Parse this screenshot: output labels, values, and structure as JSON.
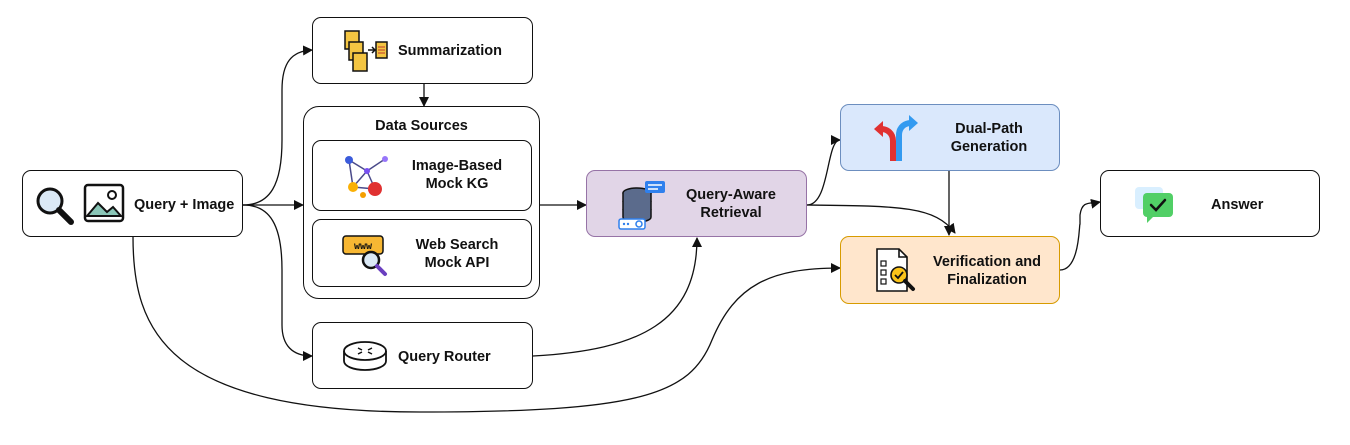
{
  "nodes": {
    "query_image": "Query + Image",
    "summarization": "Summarization",
    "data_sources": "Data Sources",
    "image_kg": "Image-Based\nMock KG",
    "web_search": "Web Search\nMock API",
    "query_router": "Query Router",
    "retrieval": "Query-Aware\nRetrieval",
    "dual_path": "Dual-Path\nGeneration",
    "verification": "Verification and\nFinalization",
    "answer": "Answer"
  },
  "icons": {
    "query_image": [
      "magnifier-icon",
      "image-icon"
    ],
    "summarization": "documents-icon",
    "image_kg": "knowledge-graph-icon",
    "web_search": "web-search-icon",
    "query_router": "router-icon",
    "retrieval": "database-icon",
    "dual_path": "split-arrows-icon",
    "verification": "checklist-icon",
    "answer": "chat-bubble-icon"
  },
  "colors": {
    "retrieval": "#e1d5e7",
    "dual_path": "#dae8fc",
    "verification": "#ffe6cc",
    "verification_border": "#d79b00",
    "dual_path_border": "#6c8ebf",
    "retrieval_border": "#9673a6"
  }
}
